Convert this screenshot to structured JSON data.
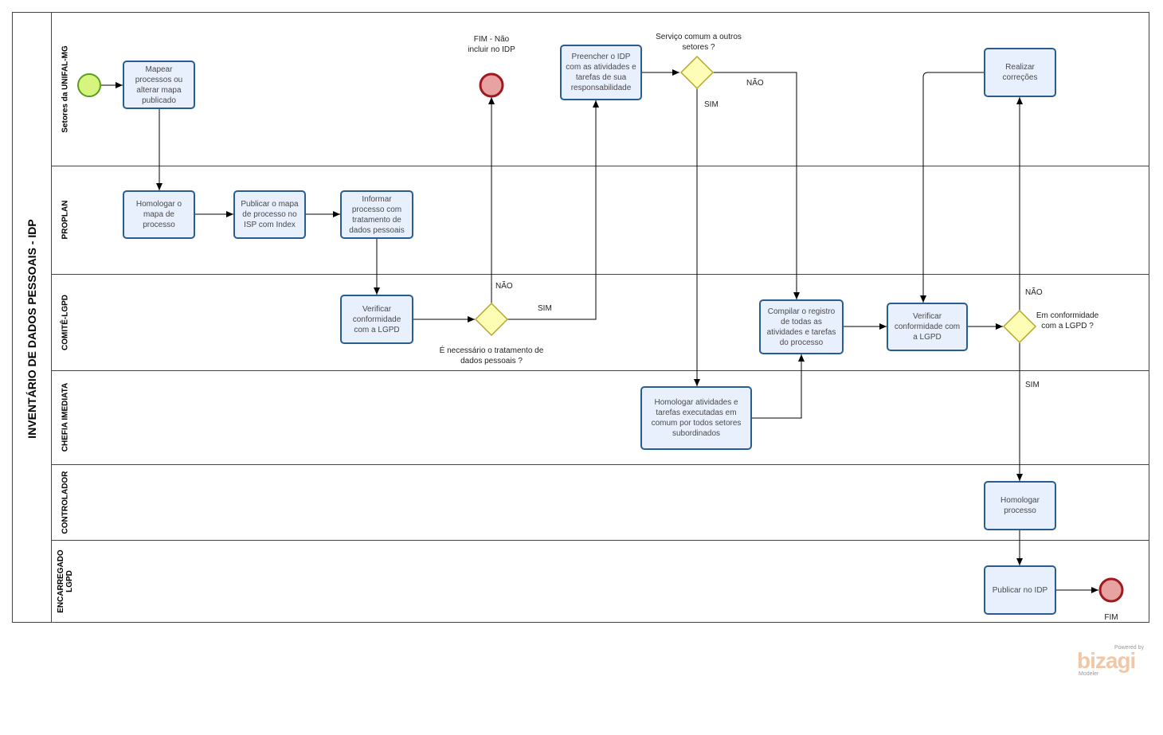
{
  "pool": {
    "title": "INVENTÁRIO DE DADOS PESSOAIS - IDP"
  },
  "lanes": [
    {
      "name": "Setores da UNIFAL-MG"
    },
    {
      "name": "PROPLAN"
    },
    {
      "name": "COMITÊ-LGPD"
    },
    {
      "name": "CHEFIA IMEDIATA"
    },
    {
      "name": "CONTROLADOR"
    },
    {
      "name": "ENCARREGADO LGPD"
    }
  ],
  "tasks": {
    "mapear": "Mapear processos ou alterar mapa publicado",
    "homologar_mapa": "Homologar o mapa de processo",
    "publicar_mapa": "Publicar o mapa de processo no ISP com Index",
    "informar": "Informar processo com tratamento de dados pessoais",
    "verificar_1": "Verificar conformidade com a LGPD",
    "preencher": "Preencher o IDP com as atividades e tarefas de sua responsabilidade",
    "homologar_atividades": "Homologar atividades e tarefas executadas em comum por todos setores subordinados",
    "compilar": "Compilar o registro de todas as atividades e tarefas do processo",
    "verificar_2": "Verificar conformidade com a LGPD",
    "realizar": "Realizar correções",
    "homologar_processo": "Homologar processo",
    "publicar_idp": "Publicar no IDP"
  },
  "gateways": {
    "tratamento": "É necessário o tratamento de dados pessoais ?",
    "servico_comum": "Serviço comum a outros setores ?",
    "conformidade": "Em conformidade com a LGPD ?"
  },
  "events": {
    "fim_nao": "FIM - Não incluir no IDP",
    "fim": "FIM"
  },
  "flow_labels": {
    "nao_1": "NÃO",
    "sim_1": "SIM",
    "nao_2": "NÃO",
    "sim_2": "SIM",
    "nao_3": "NÃO",
    "sim_3": "SIM"
  },
  "branding": {
    "powered_by": "Powered by",
    "name": "bizagi",
    "product": "Modeler"
  },
  "colors": {
    "task_fill": "#e8f0fd",
    "task_border": "#2a5d8f",
    "start_fill": "#d7f57e",
    "start_border": "#5a9e1a",
    "end_fill": "#e8a2a2",
    "end_border": "#a0191e",
    "gateway_fill": "#fdfdb5",
    "gateway_border": "#b3a829"
  }
}
